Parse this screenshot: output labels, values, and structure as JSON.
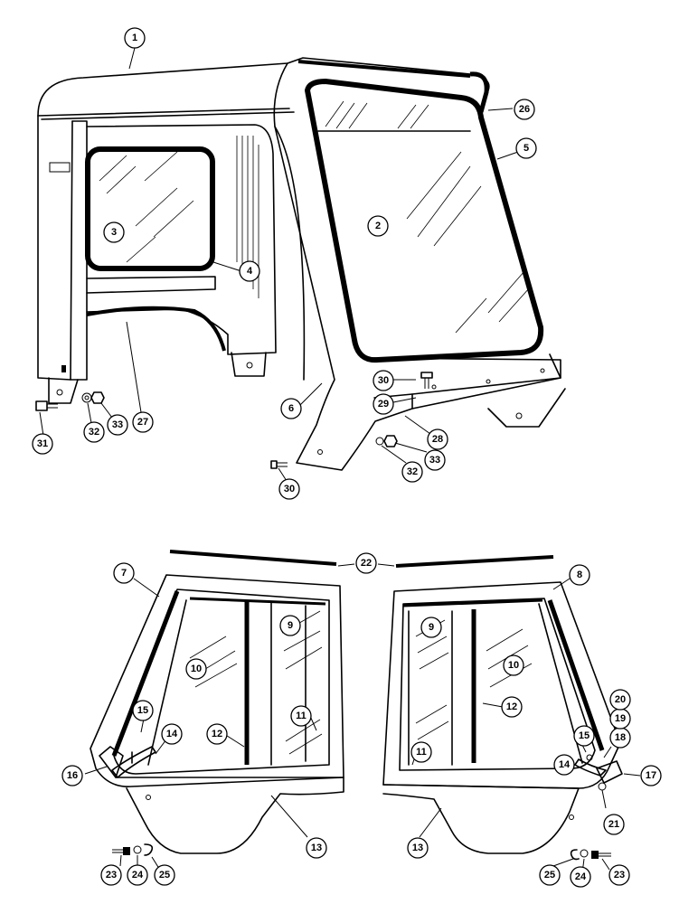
{
  "callouts": {
    "c1": "1",
    "c2": "2",
    "c3": "3",
    "c4": "4",
    "c5": "5",
    "c6": "6",
    "c26": "26",
    "c27": "27",
    "c28": "28",
    "c29": "29",
    "c30a": "30",
    "c30b": "30",
    "c31": "31",
    "c32a": "32",
    "c32b": "32",
    "c33a": "33",
    "c33b": "33",
    "c7": "7",
    "c8": "8",
    "c9a": "9",
    "c9b": "9",
    "c10a": "10",
    "c10b": "10",
    "c11a": "11",
    "c11b": "11",
    "c12a": "12",
    "c12b": "12",
    "c13a": "13",
    "c13b": "13",
    "c14a": "14",
    "c14b": "14",
    "c15a": "15",
    "c15b": "15",
    "c16": "16",
    "c17": "17",
    "c18": "18",
    "c19": "19",
    "c20": "20",
    "c21": "21",
    "c22": "22",
    "c23a": "23",
    "c23b": "23",
    "c24a": "24",
    "c24b": "24",
    "c25a": "25",
    "c25b": "25"
  }
}
